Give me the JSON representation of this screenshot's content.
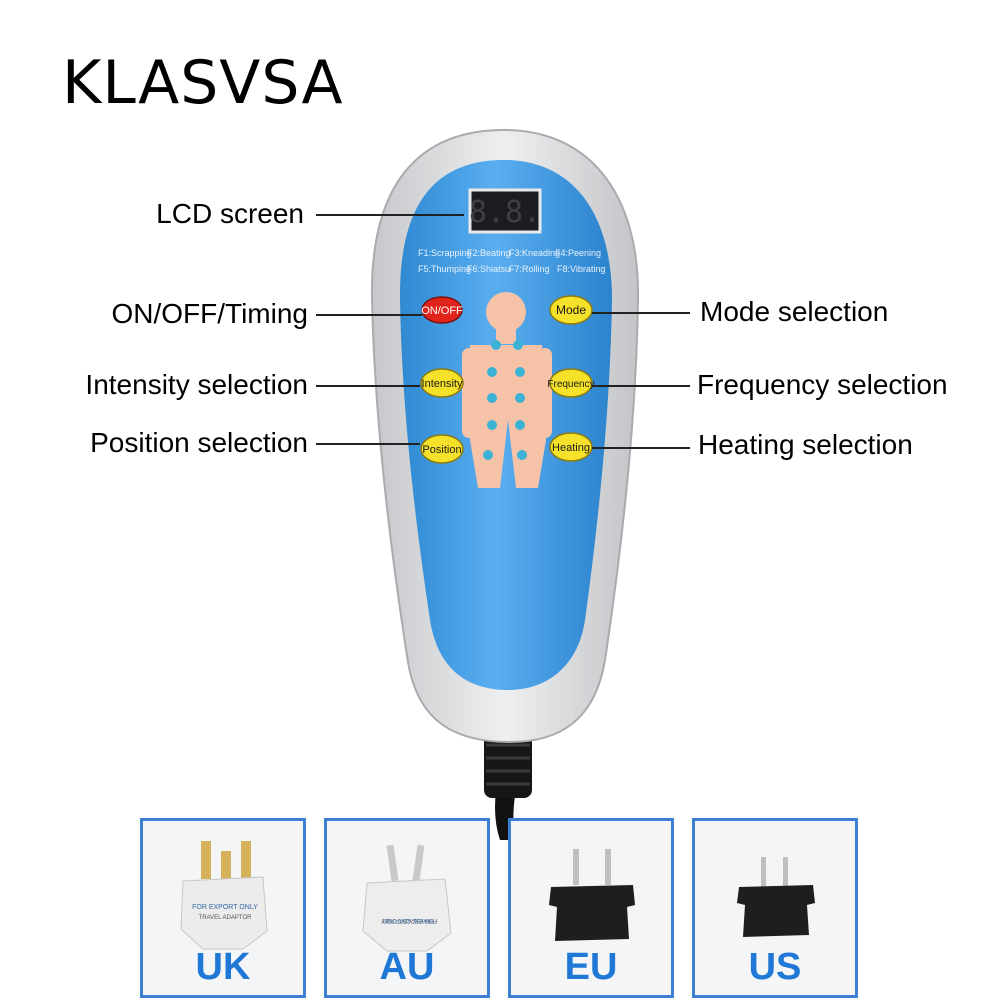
{
  "brand": "KLASVSA",
  "remote": {
    "lcd_digits": "8.8.",
    "function_row1": [
      "F1:Scrapping",
      "F2:Beating",
      "F3:Kneading",
      "F4:Peening"
    ],
    "function_row2": [
      "F5:Thumping",
      "F6:Shiatsu",
      "F7:Rolling",
      "F8:Vibrating"
    ],
    "buttons": {
      "onoff": "ON/OFF",
      "mode": "Mode",
      "intensity": "Intensity",
      "frequency": "Frequency",
      "position": "Position",
      "heating": "Heating"
    }
  },
  "callouts": {
    "lcd": "LCD screen",
    "onoff": "ON/OFF/Timing",
    "intensity": "Intensity selection",
    "position": "Position selection",
    "mode": "Mode selection",
    "frequency": "Frequency selection",
    "heating": "Heating selection"
  },
  "plugs": [
    {
      "label": "UK",
      "print1": "FOR EXPORT ONLY",
      "print2": "TRAVEL ADAPTOR"
    },
    {
      "label": "AU",
      "print1": "FOR EXPORT ONLY",
      "print2": "TRAVEL ADAPTOR"
    },
    {
      "label": "EU"
    },
    {
      "label": "US"
    }
  ],
  "colors": {
    "accent_blue": "#2f8fd8",
    "body_grey": "#d9dadc",
    "button_yellow": "#f5e12a",
    "button_red": "#e0231b",
    "label_blue": "#1f78d6"
  }
}
